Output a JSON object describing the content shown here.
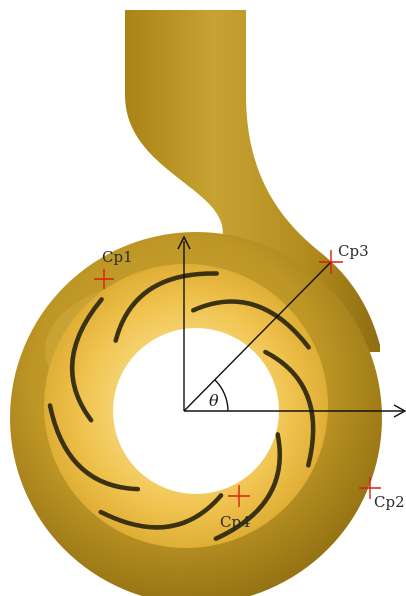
{
  "figure": {
    "angle_symbol": "θ",
    "points": [
      {
        "label": "Cp1"
      },
      {
        "label": "Cp2"
      },
      {
        "label": "Cp3"
      },
      {
        "label": "Cp4"
      }
    ]
  },
  "colors": {
    "casing_dark": "#9c7a16",
    "casing_mid": "#c59f2a",
    "impeller": "#efc14b",
    "impeller_light": "#f7d878",
    "blade": "#3a3212",
    "marker": "#d81f10",
    "axis": "#111111",
    "label": "#2b2b2b"
  }
}
